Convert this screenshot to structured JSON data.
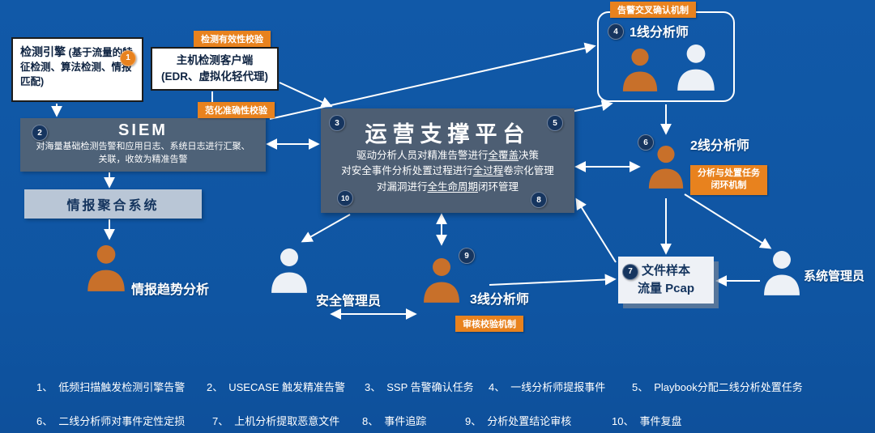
{
  "colors": {
    "background": "#1157a5",
    "accent_orange": "#e8821e",
    "badge_navy": "#16355f",
    "panel_dark": "#4d5e73",
    "panel_siem": "#4e6278",
    "panel_light": "#b9c6d6",
    "person_orange": "#c8702a",
    "white": "#ffffff"
  },
  "nodes": {
    "detection_engine": {
      "badge": "1",
      "title": "检测引擎",
      "desc": "(基于流量的特征检测、算法检测、情报匹配)"
    },
    "host_client": {
      "title": "主机检测客户端",
      "desc": "(EDR、虚拟化轻代理)"
    },
    "siem": {
      "badge": "2",
      "title": "SIEM",
      "desc": "对海量基础检测告警和应用日志、系统日志进行汇聚、关联，收敛为精准告警"
    },
    "intel_aggregation": {
      "title": "情报聚合系统"
    },
    "platform": {
      "badge_tl": "3",
      "badge_tr": "5",
      "badge_bl": "10",
      "badge_br": "8",
      "title": "运营支撑平台",
      "lines": [
        {
          "pre": "驱动分析人员对精准告警进行",
          "em": "全覆盖",
          "post": "决策"
        },
        {
          "pre": "对安全事件分析处置过程进行",
          "em": "全过程",
          "post": "卷宗化管理"
        },
        {
          "pre": "对漏洞进行",
          "em": "全生命周期",
          "post": "闭环管理"
        }
      ]
    },
    "file_sample": {
      "badge": "7",
      "line1": "文件样本",
      "line2": "流量 Pcap"
    }
  },
  "actors": {
    "intel_trend": {
      "label": "情报趋势分析"
    },
    "tier1": {
      "badge": "4",
      "label": "1线分析师"
    },
    "tier2": {
      "badge": "6",
      "label": "2线分析师"
    },
    "tier3": {
      "badge": "9",
      "label": "3线分析师"
    },
    "security_admin": {
      "label": "安全管理员"
    },
    "system_admin": {
      "label": "系统管理员"
    }
  },
  "tags": {
    "detection_validity": "检测有效性校验",
    "normalization_accuracy": "范化准确性校验",
    "alert_cross_confirm": "告警交叉确认机制",
    "task_closure_line1": "分析与处置任务",
    "task_closure_line2": "闭环机制",
    "review_verification": "审核校验机制"
  },
  "legend": {
    "row1": [
      {
        "num": "1、",
        "text": "低频扫描触发检测引擎告警"
      },
      {
        "num": "2、",
        "text": "USECASE 触发精准告警"
      },
      {
        "num": "3、",
        "text": "SSP 告警确认任务"
      },
      {
        "num": "4、",
        "text": "一线分析师提报事件"
      },
      {
        "num": "5、",
        "text": "Playbook分配二线分析处置任务"
      }
    ],
    "row2": [
      {
        "num": "6、",
        "text": "二线分析师对事件定性定损"
      },
      {
        "num": "7、",
        "text": "上机分析提取恶意文件"
      },
      {
        "num": "8、",
        "text": "事件追踪"
      },
      {
        "num": "9、",
        "text": "分析处置结论审核"
      },
      {
        "num": "10、",
        "text": "事件复盘"
      }
    ]
  }
}
